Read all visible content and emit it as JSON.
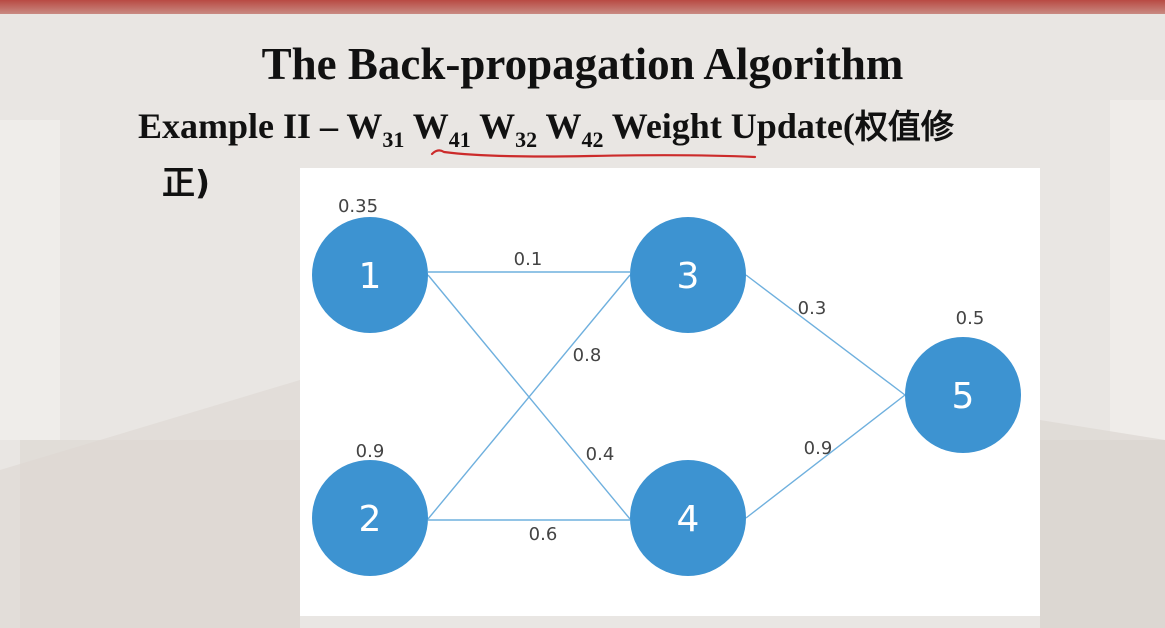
{
  "slide": {
    "title": "The Back-propagation Algorithm",
    "subtitle_prefix": "Example II – ",
    "weights": [
      {
        "letter": "W",
        "index": "31"
      },
      {
        "letter": "W",
        "index": "41"
      },
      {
        "letter": "W",
        "index": "32"
      },
      {
        "letter": "W",
        "index": "42"
      }
    ],
    "subtitle_suffix": " Weight Update(",
    "subtitle_cjk": "权值修",
    "subtitle_cont": "正)"
  },
  "diagram": {
    "nodes": [
      {
        "id": "1",
        "label": "1",
        "value": "0.35"
      },
      {
        "id": "2",
        "label": "2",
        "value": "0.9"
      },
      {
        "id": "3",
        "label": "3",
        "value": ""
      },
      {
        "id": "4",
        "label": "4",
        "value": ""
      },
      {
        "id": "5",
        "label": "5",
        "value": "0.5"
      }
    ],
    "edges": [
      {
        "from": "1",
        "to": "3",
        "weight": "0.1"
      },
      {
        "from": "2",
        "to": "3",
        "weight": "0.8"
      },
      {
        "from": "1",
        "to": "4",
        "weight": "0.4"
      },
      {
        "from": "2",
        "to": "4",
        "weight": "0.6"
      },
      {
        "from": "3",
        "to": "5",
        "weight": "0.3"
      },
      {
        "from": "4",
        "to": "5",
        "weight": "0.9"
      }
    ]
  },
  "colors": {
    "node_fill": "#3d93d1",
    "edge": "#6fb0de",
    "underline": "#cc2b2b",
    "text": "#111111",
    "label": "#444444"
  }
}
